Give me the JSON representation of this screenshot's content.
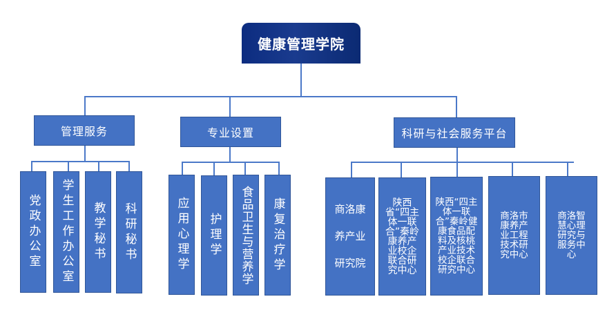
{
  "root": {
    "label": "健康管理学院"
  },
  "departments": [
    {
      "label": "管理服务",
      "children": [
        "党政办公室",
        "学生工作办公室",
        "教学秘书",
        "科研秘书"
      ]
    },
    {
      "label": "专业设置",
      "children": [
        "应用心理学",
        "护理学",
        "食品卫生与营养学",
        "康复治疗学"
      ]
    },
    {
      "label": "科研与社会服务平台",
      "children": [
        "商洛康养产业研究院",
        "陕西省“四主体一联合”秦岭康养产业校企联合研究中心",
        "陕西“四主体一联合”秦岭健康食品配料及核桃产业技术校企联合研究中心",
        "商洛市康养产业工程技术研究中心",
        "商洛智慧心理研究与服务中心"
      ]
    }
  ],
  "colors": {
    "root_fill": "#0c2c80",
    "node_fill": "#4472c4",
    "connector": "#4a78c8"
  }
}
